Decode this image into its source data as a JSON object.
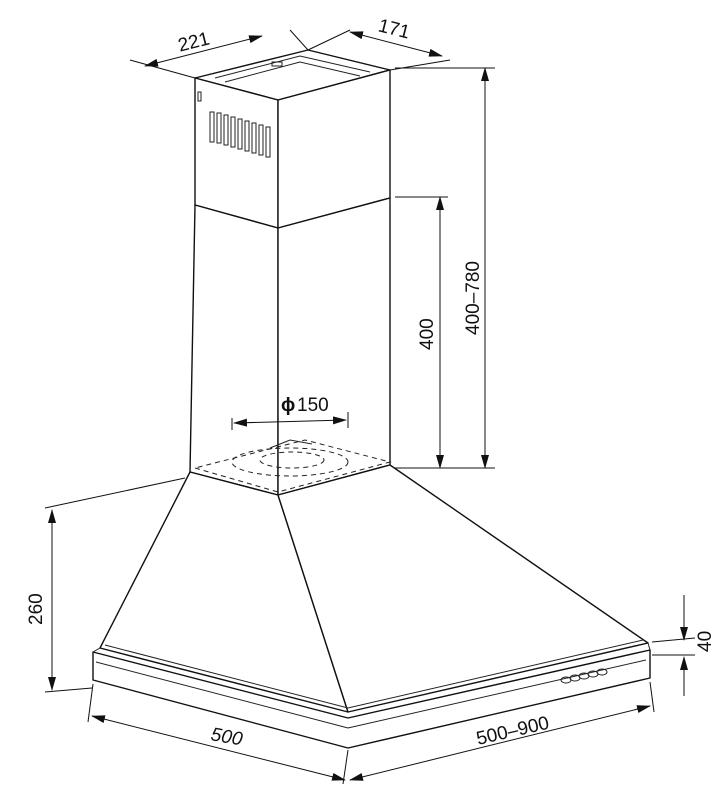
{
  "diagram": {
    "type": "technical drawing",
    "subject": "chimney cooker hood",
    "dimensions": {
      "chimney_width": "221",
      "chimney_depth": "171",
      "chimney_height_range": "400–780",
      "lower_chimney_height": "400",
      "outlet_diameter_symbol": "ϕ",
      "outlet_diameter_value": "150",
      "canopy_height": "260",
      "base_thickness": "40",
      "base_width": "500",
      "depth_range": "500–900"
    }
  }
}
